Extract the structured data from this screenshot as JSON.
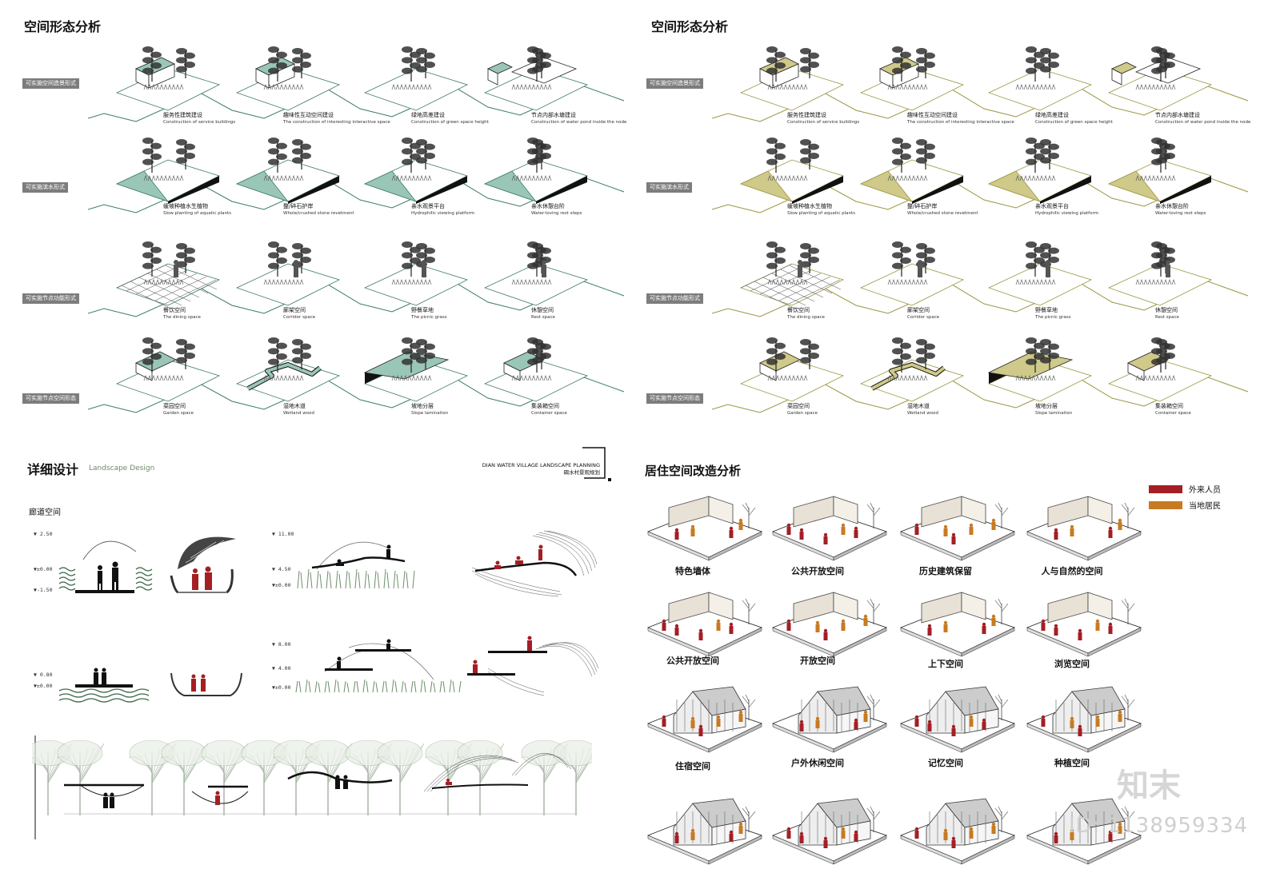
{
  "left_top": {
    "title": "空间形态分析",
    "rows": [
      {
        "label": "可实施空间造景形式",
        "items": [
          {
            "zh": "服务性建筑建设",
            "en": "Construction of service buildings"
          },
          {
            "zh": "趣味性互动空间建设",
            "en": "The construction of interesting interactive space"
          },
          {
            "zh": "绿地高差建设",
            "en": "Construction of green space height"
          },
          {
            "zh": "节点内部水塘建设",
            "en": "Construction of water pond inside the node"
          }
        ]
      },
      {
        "label": "可实施滨水形式",
        "items": [
          {
            "zh": "缓坡种植水生植物",
            "en": "Slow planting of aquatic plants"
          },
          {
            "zh": "整/碎石护岸",
            "en": "Whole/crushed stone revetment"
          },
          {
            "zh": "亲水观景平台",
            "en": "Hydrophilic viewing platform"
          },
          {
            "zh": "亲水休憩台阶",
            "en": "Water-loving rest steps"
          }
        ]
      },
      {
        "label": "可实施节点功能形式",
        "items": [
          {
            "zh": "餐饮空间",
            "en": "The dining space"
          },
          {
            "zh": "廊架空间",
            "en": "Corridor space"
          },
          {
            "zh": "野餐草地",
            "en": "The picnic grass"
          },
          {
            "zh": "休憩空间",
            "en": "Rest space"
          }
        ]
      },
      {
        "label": "可实施节点空间形态",
        "items": [
          {
            "zh": "菜园空间",
            "en": "Garden space"
          },
          {
            "zh": "湿地木道",
            "en": "Wetland wood"
          },
          {
            "zh": "坡地分层",
            "en": "Slope lamination"
          },
          {
            "zh": "集装箱空间",
            "en": "Container space"
          }
        ]
      }
    ]
  },
  "right_top": {
    "title": "空间形态分析"
  },
  "detail": {
    "title": "详细设计",
    "subtitle": "Landscape Design",
    "plan_en": "DIAN WATER VILLAGE LANDSCAPE PLANNING",
    "plan_zh": "碉水村景观规划",
    "corridor_label": "廊道空间",
    "elev_a": [
      "▼ 2.50",
      "▼±0.00",
      "▼-1.50"
    ],
    "elev_b": [
      "▼ 11.00",
      "▼ 4.50",
      "▼±0.00"
    ],
    "elev_c": [
      "▼ 0.80",
      "▼±0.00"
    ],
    "elev_d": [
      "▼ 8.00",
      "▼ 4.00",
      "▼±0.00"
    ]
  },
  "residential": {
    "title": "居住空间改造分析",
    "legend": [
      {
        "label": "外来人员",
        "color": "#a31f24"
      },
      {
        "label": "当地居民",
        "color": "#c87a22"
      }
    ],
    "captions": [
      "特色墙体",
      "公共开放空间",
      "历史建筑保留",
      "人与自然的空间",
      "公共开放空间",
      "开放空间",
      "上下空间",
      "浏览空间",
      "住宿空间",
      "户外休闲空间",
      "记忆空间",
      "种植空间"
    ]
  },
  "watermark": {
    "logo": "知末",
    "id": "ID: 1138959334"
  },
  "colors": {
    "teal": "#9ac6b8",
    "olive": "#cfc98a",
    "line_teal": "#3d7a63",
    "line_olive": "#9a9540",
    "red": "#a31f24",
    "orange": "#c87a22"
  }
}
